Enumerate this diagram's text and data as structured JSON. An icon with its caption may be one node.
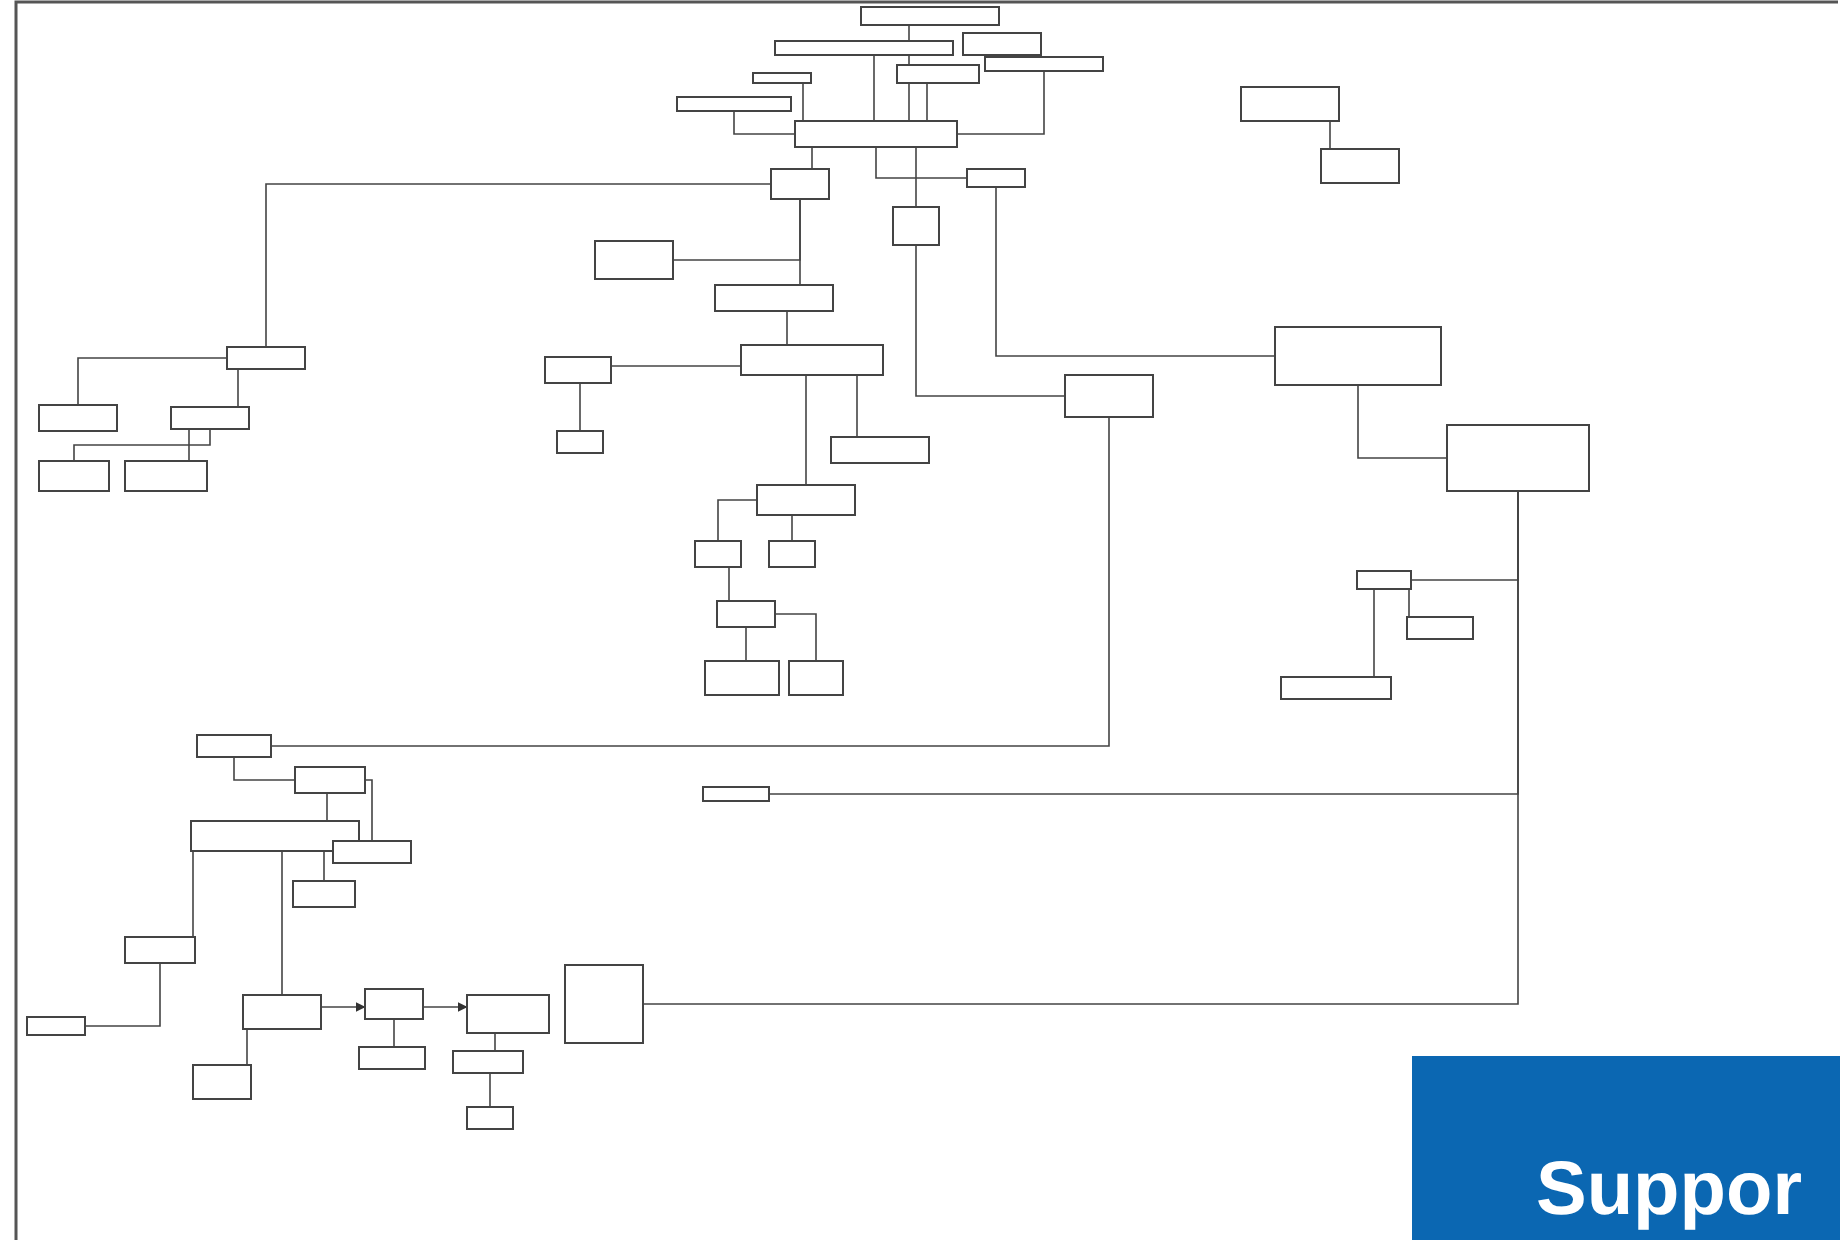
{
  "diagram": {
    "nodes": [
      {
        "text": [],
        "shape": "box"
      },
      {
        "text": [],
        "shape": "box"
      },
      {
        "text": [],
        "shape": "box"
      },
      {
        "text": [],
        "shape": "box"
      },
      {
        "text": [],
        "shape": "box"
      },
      {
        "text": [],
        "shape": "box"
      },
      {
        "text": [],
        "shape": "box"
      },
      {
        "text": [],
        "shape": "box"
      },
      {
        "text": [],
        "shape": "box"
      },
      {
        "text": [],
        "shape": "box"
      },
      {
        "text": [],
        "shape": "box"
      },
      {
        "text": [],
        "shape": "box"
      },
      {
        "text": [],
        "shape": "box"
      },
      {
        "text": [],
        "shape": "box"
      },
      {
        "text": [],
        "shape": "box"
      },
      {
        "text": [],
        "shape": "box"
      },
      {
        "text": [],
        "shape": "box"
      },
      {
        "text": [],
        "shape": "box"
      },
      {
        "text": [],
        "shape": "box"
      },
      {
        "text": [],
        "shape": "box"
      },
      {
        "text": [],
        "shape": "box"
      },
      {
        "text": [],
        "shape": "box"
      },
      {
        "text": [],
        "shape": "box"
      },
      {
        "text": [],
        "shape": "box"
      },
      {
        "text": [],
        "shape": "box"
      },
      {
        "text": [],
        "shape": "box"
      },
      {
        "text": [],
        "shape": "box"
      },
      {
        "text": [],
        "shape": "box"
      },
      {
        "text": [],
        "shape": "box"
      },
      {
        "text": [],
        "shape": "box"
      },
      {
        "text": [],
        "shape": "box"
      },
      {
        "text": [],
        "shape": "box"
      },
      {
        "text": [],
        "shape": "box"
      },
      {
        "text": [],
        "shape": "box"
      },
      {
        "text": [],
        "shape": "box"
      },
      {
        "text": [],
        "shape": "box"
      },
      {
        "text": [],
        "shape": "box"
      },
      {
        "text": [],
        "shape": "box"
      },
      {
        "text": [],
        "shape": "box"
      },
      {
        "text": [],
        "shape": "box"
      },
      {
        "text": [],
        "shape": "box"
      },
      {
        "text": [],
        "shape": "box"
      },
      {
        "text": [],
        "shape": "box"
      },
      {
        "text": [],
        "shape": "box"
      },
      {
        "text": [],
        "shape": "box"
      },
      {
        "text": [],
        "shape": "box"
      },
      {
        "text": [],
        "shape": "box"
      },
      {
        "text": [],
        "shape": "box"
      },
      {
        "text": [],
        "shape": "box"
      },
      {
        "text": [],
        "shape": "box"
      },
      {
        "text": [],
        "shape": "box"
      },
      {
        "text": [],
        "shape": "box"
      }
    ],
    "edges": [
      {
        "from": 0,
        "to": 7,
        "arrow": "none"
      },
      {
        "from": 2,
        "to": 7,
        "arrow": "none"
      },
      {
        "from": 3,
        "to": 7,
        "arrow": "none"
      },
      {
        "from": 4,
        "to": 7,
        "arrow": "none"
      },
      {
        "from": 5,
        "to": 7,
        "arrow": "none"
      },
      {
        "from": 6,
        "to": 7,
        "arrow": "none"
      },
      {
        "from": 7,
        "to": 8,
        "arrow": "none"
      },
      {
        "from": 7,
        "to": 9,
        "arrow": "none"
      },
      {
        "from": 7,
        "to": 10,
        "arrow": "none"
      },
      {
        "from": 11,
        "to": 12,
        "arrow": "none"
      },
      {
        "from": 10,
        "to": 25,
        "arrow": "none"
      },
      {
        "from": 8,
        "to": 13,
        "arrow": "none"
      },
      {
        "from": 8,
        "to": 14,
        "arrow": "none"
      },
      {
        "from": 14,
        "to": 15,
        "arrow": "none"
      },
      {
        "from": 15,
        "to": 16,
        "arrow": "none"
      },
      {
        "from": 16,
        "to": 17,
        "arrow": "none"
      },
      {
        "from": 15,
        "to": 18,
        "arrow": "none"
      },
      {
        "from": 19,
        "to": 20,
        "arrow": "none"
      },
      {
        "from": 20,
        "to": 22,
        "arrow": "none"
      },
      {
        "from": 20,
        "to": 23,
        "arrow": "none"
      },
      {
        "from": 19,
        "to": 21,
        "arrow": "none"
      },
      {
        "from": 8,
        "to": 19,
        "arrow": "none"
      },
      {
        "from": 9,
        "to": 24,
        "arrow": "none"
      },
      {
        "from": 27,
        "to": 28,
        "arrow": "none"
      },
      {
        "from": 27,
        "to": 29,
        "arrow": "none"
      },
      {
        "from": 28,
        "to": 30,
        "arrow": "none"
      },
      {
        "from": 30,
        "to": 31,
        "arrow": "none"
      },
      {
        "from": 30,
        "to": 32,
        "arrow": "none"
      },
      {
        "from": 25,
        "to": 26,
        "arrow": "none"
      },
      {
        "from": 26,
        "to": 33,
        "arrow": "none"
      },
      {
        "from": 33,
        "to": 34,
        "arrow": "none"
      },
      {
        "from": 33,
        "to": 35,
        "arrow": "none"
      },
      {
        "from": 36,
        "to": 37,
        "arrow": "none"
      },
      {
        "from": 37,
        "to": 38,
        "arrow": "none"
      },
      {
        "from": 37,
        "to": 39,
        "arrow": "none"
      },
      {
        "from": 38,
        "to": 40,
        "arrow": "none"
      },
      {
        "from": 38,
        "to": 42,
        "arrow": "none"
      },
      {
        "from": 42,
        "to": 43,
        "arrow": "none"
      },
      {
        "from": 38,
        "to": 44,
        "arrow": "none"
      },
      {
        "from": 44,
        "to": 45,
        "arrow": "to"
      },
      {
        "from": 45,
        "to": 46,
        "arrow": "to"
      },
      {
        "from": 45,
        "to": 48,
        "arrow": "none"
      },
      {
        "from": 46,
        "to": 49,
        "arrow": "none"
      },
      {
        "from": 49,
        "to": 51,
        "arrow": "none"
      },
      {
        "from": 44,
        "to": 50,
        "arrow": "none"
      },
      {
        "from": 26,
        "to": 47,
        "arrow": "none"
      },
      {
        "from": 24,
        "to": 36,
        "arrow": "none"
      },
      {
        "from": 41,
        "to": 26,
        "arrow": "none"
      },
      {
        "from": 15,
        "to": 27,
        "arrow": "none"
      }
    ],
    "labels": [
      "Suppor"
    ]
  }
}
